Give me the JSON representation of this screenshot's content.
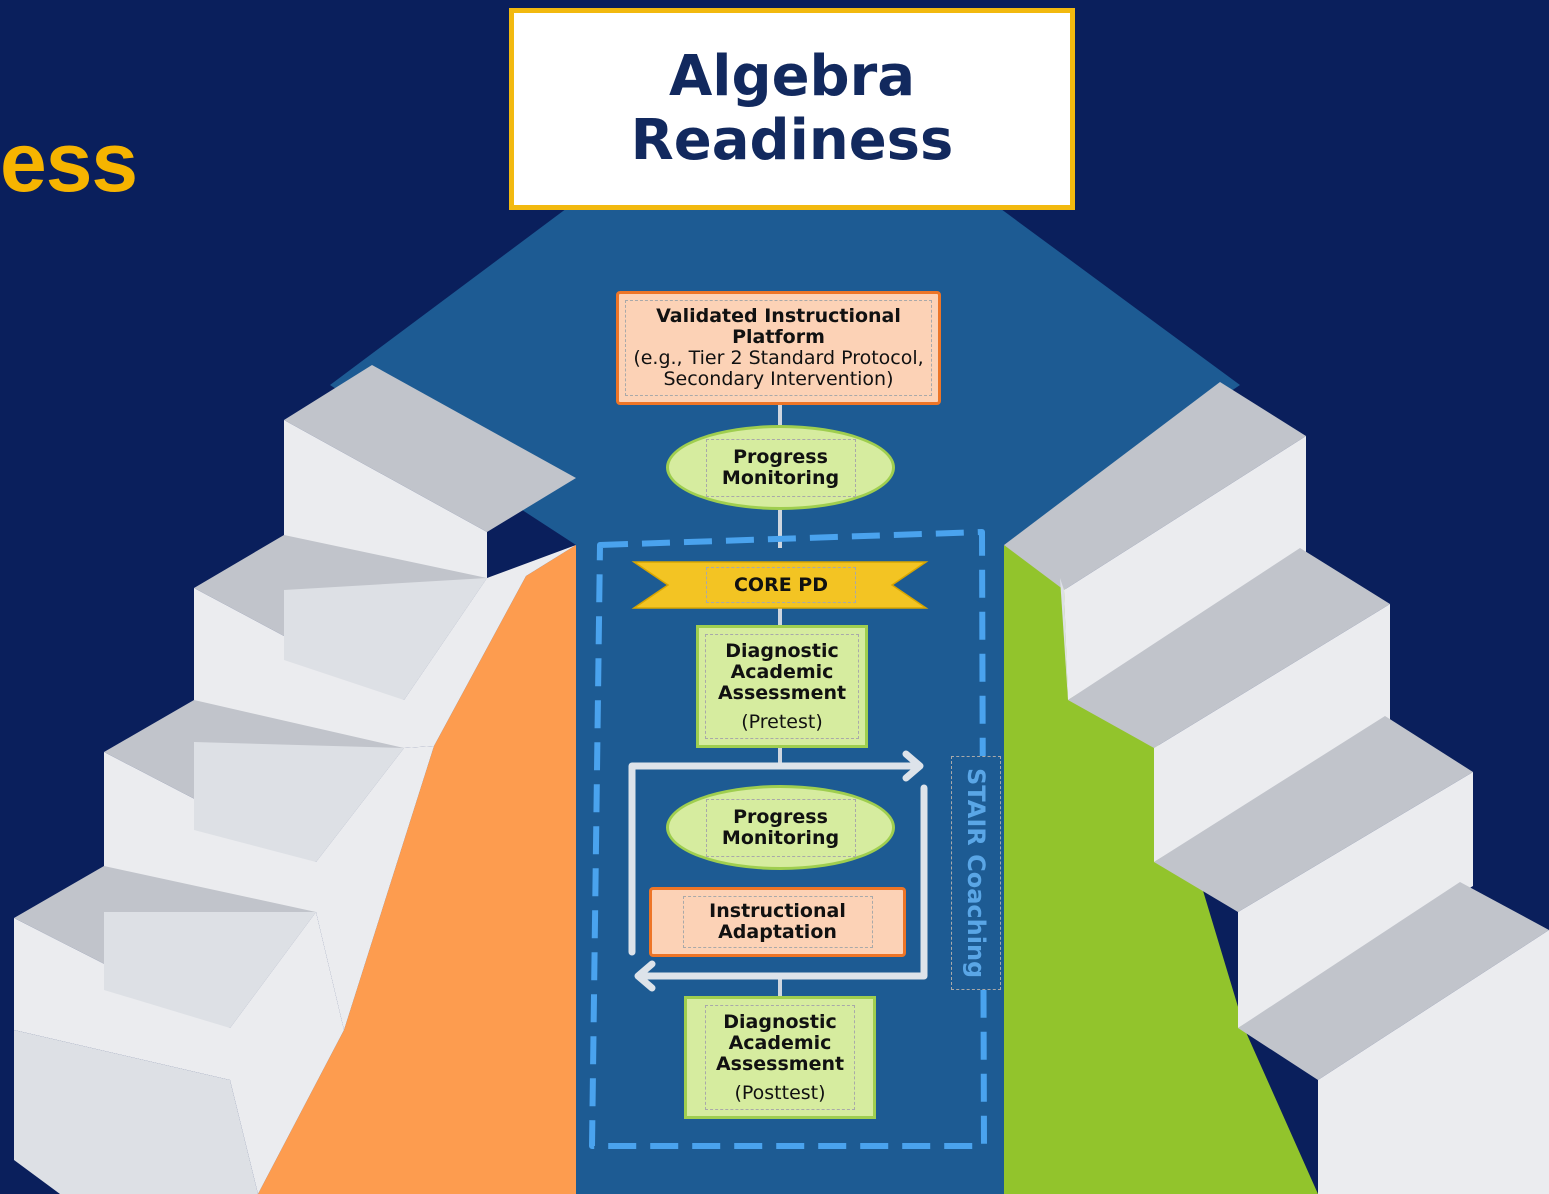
{
  "partial_title": "ess",
  "title": {
    "line1": "Algebra",
    "line2": "Readiness"
  },
  "nodes": {
    "platform": {
      "line1": "Validated Instructional",
      "line2": "Platform",
      "line3": "(e.g., Tier 2 Standard Protocol,",
      "line4": "Secondary Intervention)"
    },
    "progress_monitoring_1": {
      "line1": "Progress",
      "line2": "Monitoring"
    },
    "core_pd": "CORE PD",
    "pretest": {
      "line1": "Diagnostic",
      "line2": "Academic",
      "line3": "Assessment",
      "line4": "(Pretest)"
    },
    "progress_monitoring_2": {
      "line1": "Progress",
      "line2": "Monitoring"
    },
    "instructional_adaptation": {
      "line1": "Instructional",
      "line2": "Adaptation"
    },
    "posttest": {
      "line1": "Diagnostic",
      "line2": "Academic",
      "line3": "Assessment",
      "line4": "(Posttest)"
    }
  },
  "coaching_label": "STAIR Coaching",
  "colors": {
    "background": "#0a1f5c",
    "center_panel": "#1d5b93",
    "left_stair_fill": "#fd9c4f",
    "right_stair_fill": "#92c42c",
    "accent_yellow": "#f2b90f",
    "dashed_border": "#4aa3ee"
  }
}
